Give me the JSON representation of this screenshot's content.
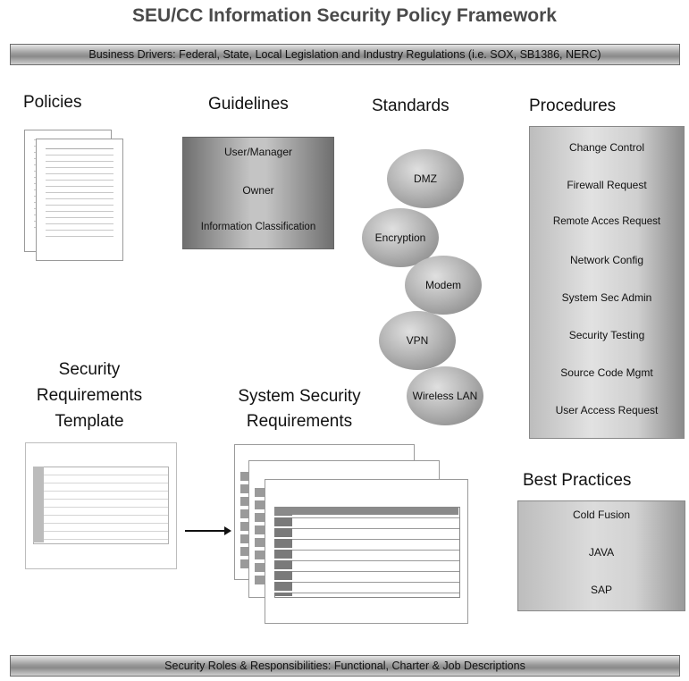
{
  "title": "SEU/CC Information Security Policy Framework",
  "top_bar": "Business Drivers: Federal, State, Local Legislation and Industry Regulations (i.e. SOX, SB1386, NERC)",
  "bottom_bar": "Security Roles & Responsibilities: Functional, Charter & Job Descriptions",
  "policies": {
    "heading": "Policies"
  },
  "guidelines": {
    "heading": "Guidelines",
    "items": [
      "User/Manager",
      "Owner",
      "Information Classification"
    ]
  },
  "standards": {
    "heading": "Standards",
    "items": [
      "DMZ",
      "Encryption",
      "Modem",
      "VPN",
      "Wireless LAN"
    ]
  },
  "procedures": {
    "heading": "Procedures",
    "items": [
      "Change Control",
      "Firewall Request",
      "Remote Acces Request",
      "Network Config",
      "System Sec Admin",
      "Security Testing",
      "Source Code Mgmt",
      "User Access Request"
    ]
  },
  "template": {
    "heading_lines": [
      "Security",
      "Requirements",
      "Template"
    ]
  },
  "system_requirements": {
    "heading_lines": [
      "System Security",
      "Requirements"
    ]
  },
  "best_practices": {
    "heading": "Best Practices",
    "items": [
      "Cold Fusion",
      "JAVA",
      "SAP"
    ]
  }
}
